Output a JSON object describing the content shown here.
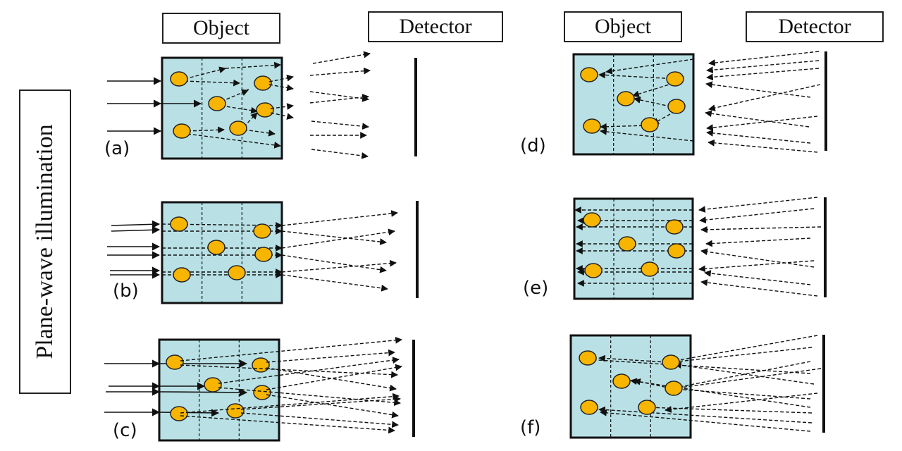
{
  "headers": {
    "left_object": "Object",
    "left_detector": "Detector",
    "right_object": "Object",
    "right_detector": "Detector"
  },
  "side_label": "Plane-wave illumination",
  "colors": {
    "object_fill": "#b9e1e5",
    "particle_fill": "#f7b500",
    "line": "#111111"
  },
  "panels": [
    {
      "id": "a",
      "label": "(a)",
      "direction": "forward",
      "mode": "multiple-scattering"
    },
    {
      "id": "b",
      "label": "(b)",
      "direction": "forward",
      "mode": "single-scattering"
    },
    {
      "id": "c",
      "label": "(c)",
      "direction": "forward",
      "mode": "multi-slice"
    },
    {
      "id": "d",
      "label": "(d)",
      "direction": "backward",
      "mode": "multiple-scattering"
    },
    {
      "id": "e",
      "label": "(e)",
      "direction": "backward",
      "mode": "single-scattering"
    },
    {
      "id": "f",
      "label": "(f)",
      "direction": "backward",
      "mode": "multi-slice"
    }
  ]
}
